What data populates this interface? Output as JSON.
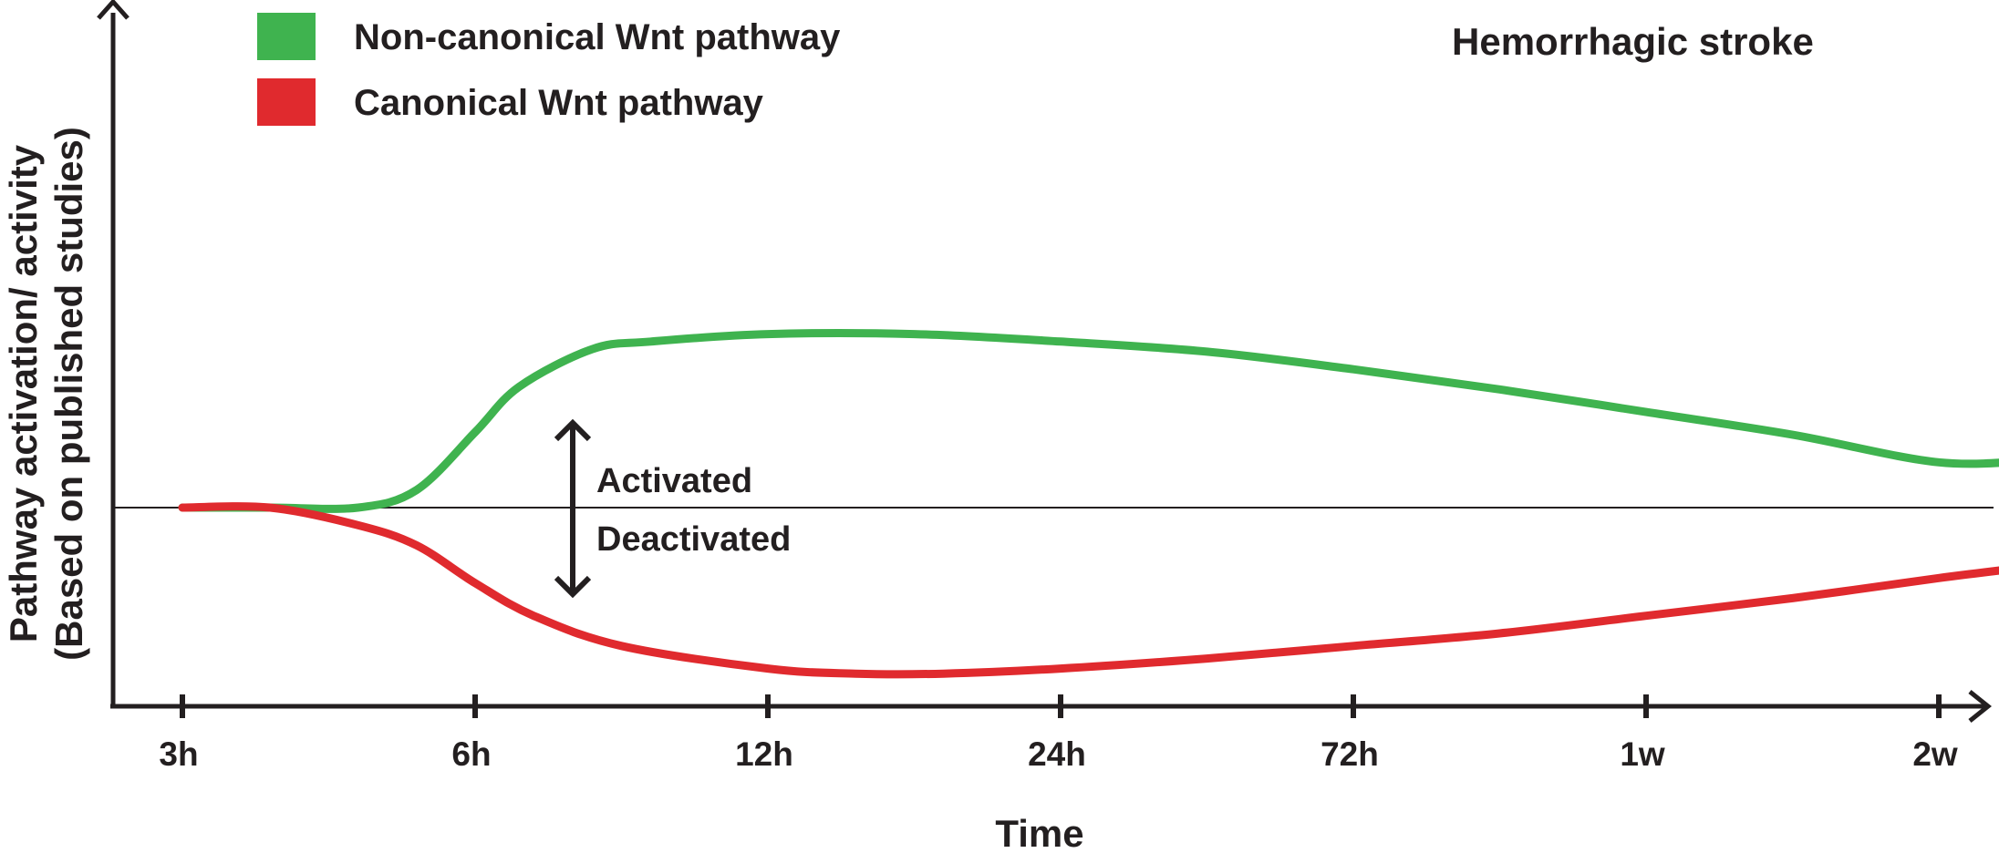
{
  "chart_data": {
    "type": "line",
    "title": "Hemorrhagic stroke",
    "xlabel": "Time",
    "ylabel": [
      "Pathway activation/ activity",
      "(Based on published studies)"
    ],
    "categories": [
      "3h",
      "6h",
      "12h",
      "24h",
      "72h",
      "1w",
      "2w"
    ],
    "baseline": 0,
    "ylim": [
      -1.0,
      1.0
    ],
    "annotations": {
      "above": "Activated",
      "below": "Deactivated"
    },
    "legend": "top-left",
    "series": [
      {
        "name": "Non-canonical Wnt pathway",
        "color": "#3fb34f",
        "x": [
          0,
          0.3,
          0.6,
          0.8,
          1.0,
          1.15,
          1.4,
          1.6,
          2.0,
          2.5,
          3.0,
          3.5,
          4.0,
          4.5,
          5.0,
          5.5,
          6.0,
          6.35
        ],
        "y": [
          0.0,
          0.0,
          0.0,
          0.07,
          0.3,
          0.48,
          0.63,
          0.66,
          0.69,
          0.69,
          0.66,
          0.62,
          0.55,
          0.47,
          0.38,
          0.29,
          0.18,
          0.19
        ]
      },
      {
        "name": "Canonical Wnt pathway",
        "color": "#e02a2e",
        "x": [
          0,
          0.3,
          0.6,
          0.8,
          1.0,
          1.2,
          1.5,
          2.0,
          2.3,
          2.6,
          3.0,
          3.5,
          4.0,
          4.5,
          5.0,
          5.5,
          6.0,
          6.35
        ],
        "y": [
          0.0,
          0.0,
          -0.07,
          -0.15,
          -0.3,
          -0.43,
          -0.55,
          -0.64,
          -0.66,
          -0.66,
          -0.64,
          -0.6,
          -0.55,
          -0.5,
          -0.43,
          -0.36,
          -0.28,
          -0.23
        ]
      }
    ]
  }
}
